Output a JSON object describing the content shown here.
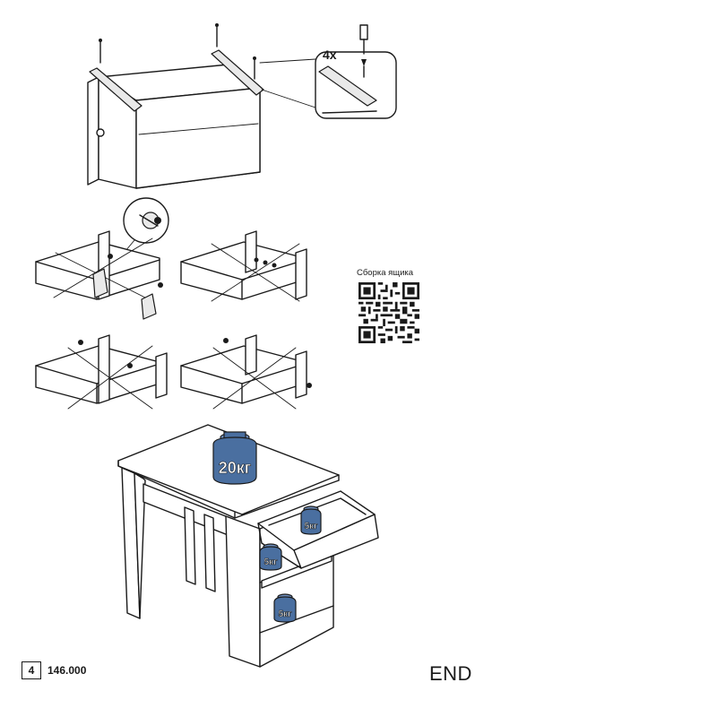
{
  "step1": {
    "multiplier": "4x"
  },
  "qr": {
    "caption": "Сборка ящика"
  },
  "load_test": {
    "tabletop_weight": "20кг",
    "drawer_weight": "5кг",
    "shelf_upper_weight": "5кг",
    "shelf_lower_weight": "5кг"
  },
  "footer": {
    "page_number": "4",
    "product_code": "146.000",
    "end_label": "END"
  },
  "colors": {
    "ink": "#1a1a1a",
    "weight_blue": "#4a6fa0"
  }
}
